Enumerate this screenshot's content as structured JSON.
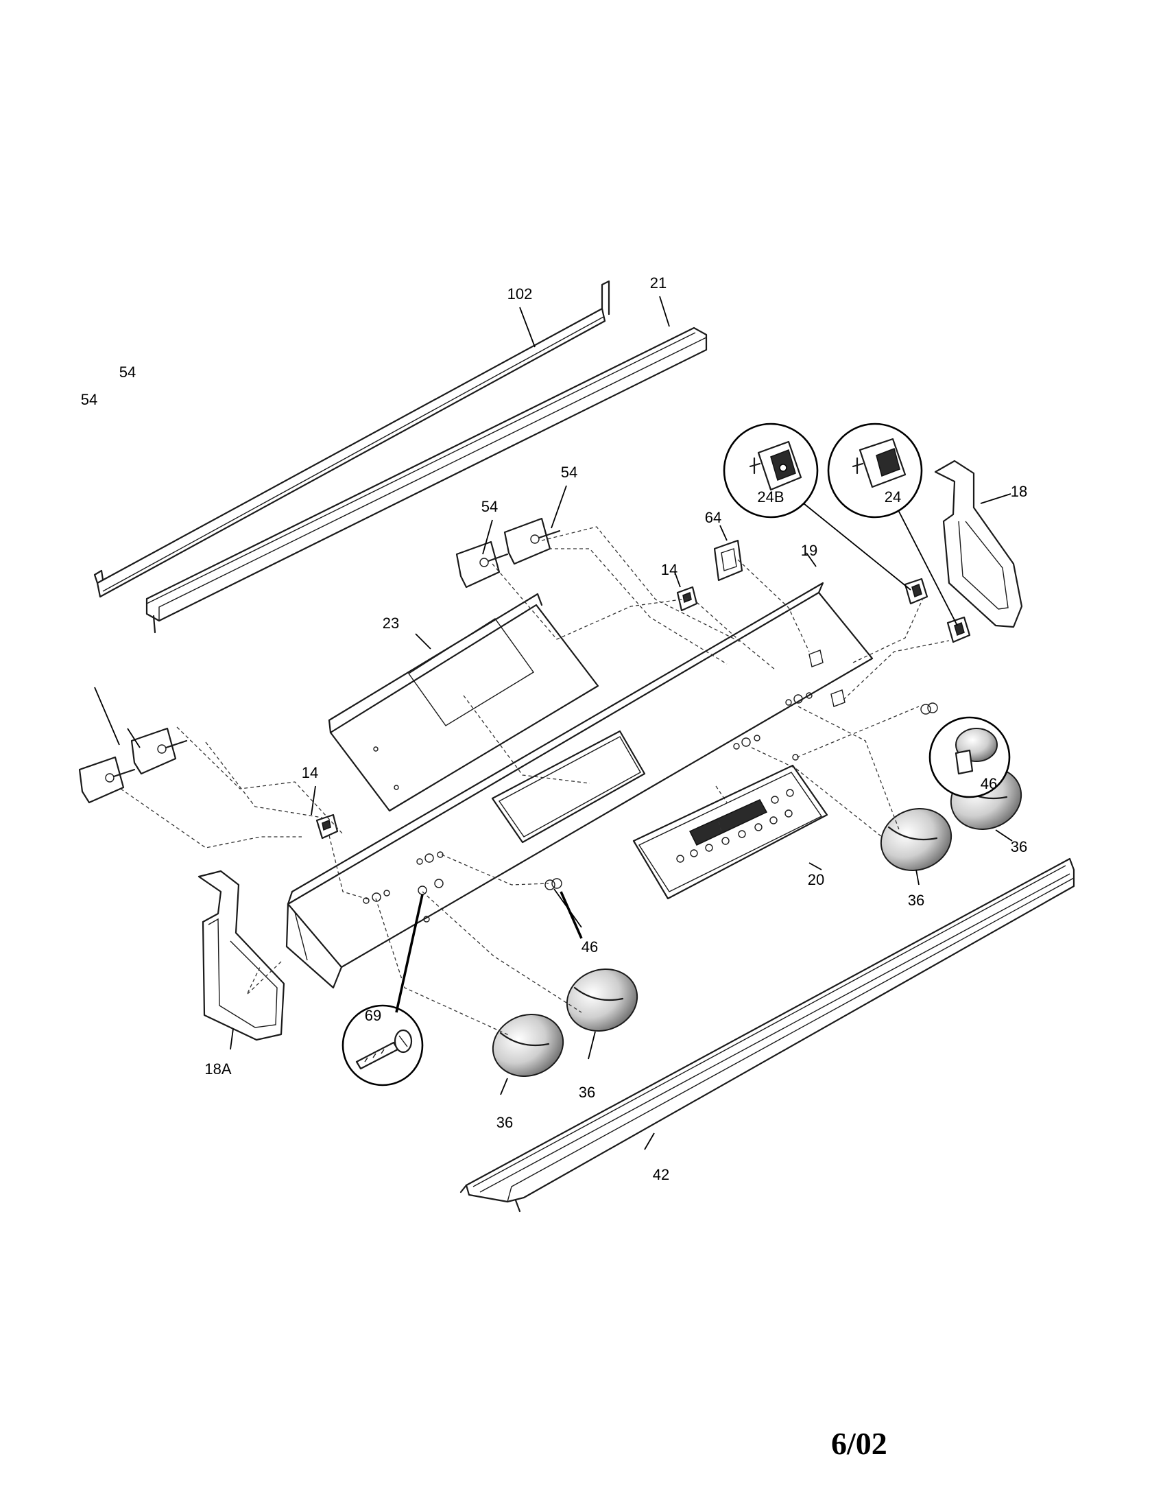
{
  "callouts": {
    "c102": "102",
    "c21": "21",
    "c54a": "54",
    "c54b": "54",
    "c54c": "54",
    "c54d": "54",
    "c14a": "14",
    "c14b": "14",
    "c64": "64",
    "c24b": "24B",
    "c24": "24",
    "c18": "18",
    "c19": "19",
    "c23": "23",
    "c46a": "46",
    "c46b": "46",
    "c20": "20",
    "c36a": "36",
    "c36b": "36",
    "c36c": "36",
    "c36d": "36",
    "c69": "69",
    "c18a": "18A",
    "c42": "42"
  },
  "footer": {
    "date": "6/02"
  }
}
